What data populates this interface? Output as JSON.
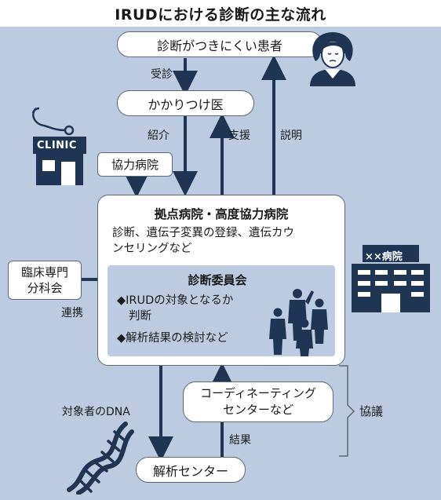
{
  "title": "IRUDにおける診断の主な流れ",
  "nodes": {
    "patient": "診断がつきにくい患者",
    "kakaritsuke": "かかりつけ医",
    "kyoryoku": "協力病院",
    "main_title": "拠点病院・高度協力病院",
    "main_desc_1": "診断、遺伝子変異の登録、遺伝カウ",
    "main_desc_2": "ンセリングなど",
    "committee_title": "診断委員会",
    "committee_item_1a": "◆IRUDの対象となるか",
    "committee_item_1b": "判断",
    "committee_item_2": "◆解析結果の検討など",
    "rinsho_1": "臨床専門",
    "rinsho_2": "分科会",
    "coordinating_1": "コーディネーティング",
    "coordinating_2": "センターなど",
    "analysis": "解析センター"
  },
  "edges": {
    "jushin": "受診",
    "shokai": "紹介",
    "shien": "支援",
    "setsumei": "説明",
    "renkei": "連携",
    "dna": "対象者のDNA",
    "kekka": "結果",
    "kyogi": "協議"
  },
  "icons": {
    "clinic": "CLINIC",
    "hospital": "××病院"
  },
  "colors": {
    "background": "#bccbdf",
    "dark_navy": "#1f3553",
    "box_border": "#5f6770"
  }
}
